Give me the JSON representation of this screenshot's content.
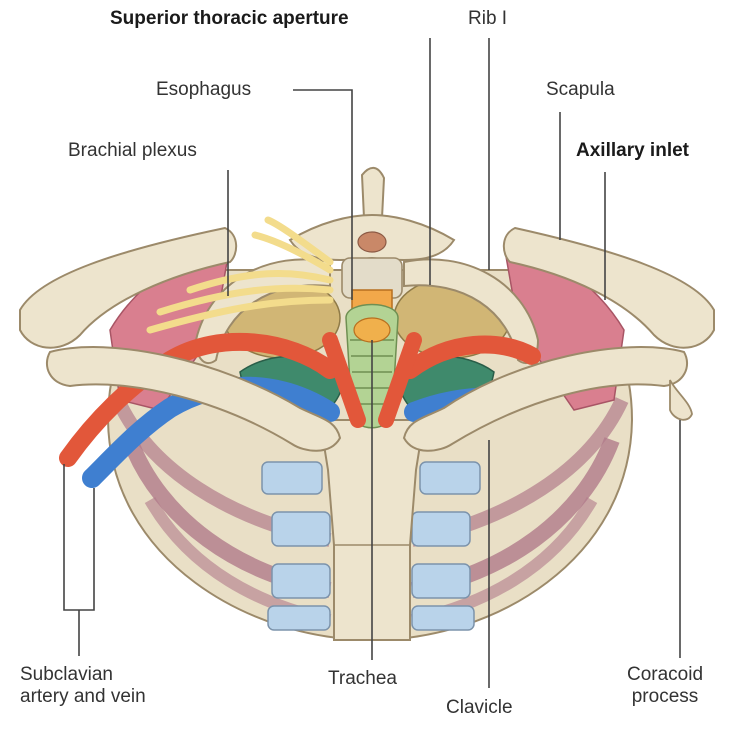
{
  "labels": {
    "superior_thoracic_aperture": "Superior thoracic aperture",
    "rib_1": "Rib I",
    "esophagus": "Esophagus",
    "scapula": "Scapula",
    "brachial_plexus": "Brachial plexus",
    "axillary_inlet": "Axillary inlet",
    "subclavian_line1": "Subclavian",
    "subclavian_line2": "artery and vein",
    "trachea": "Trachea",
    "clavicle": "Clavicle",
    "coracoid_line1": "Coracoid",
    "coracoid_line2": "process"
  },
  "colors": {
    "bone": "#ebe1c9",
    "bone_outline": "#9c8a6a",
    "cartilage": "#b9d3ea",
    "muscle": "#c96f7f",
    "artery": "#e2573a",
    "vein": "#3f7fd0",
    "nerve": "#f3dc8c",
    "lung": "#cdb36f",
    "green_vessels": "#3f8a6c",
    "trachea": "#a8c98a",
    "esophagus": "#f2a84a"
  }
}
